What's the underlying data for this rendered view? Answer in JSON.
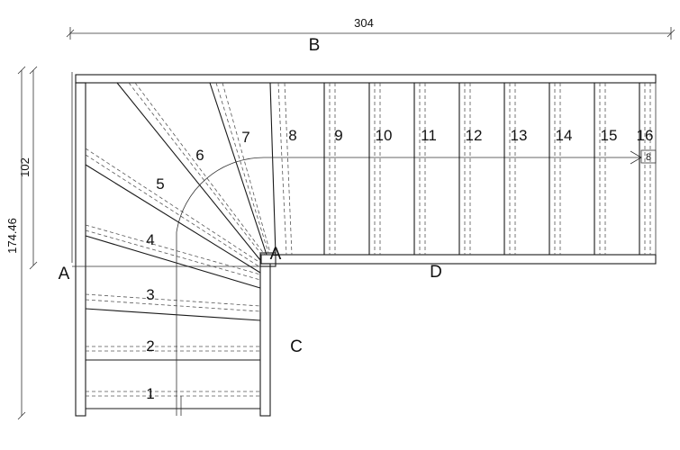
{
  "dimensions": {
    "total_width": "304",
    "upper_height": "102",
    "total_height": "174.46",
    "nosing": "8"
  },
  "labels": {
    "A_left": "A",
    "A_corner": "A",
    "B": "B",
    "C": "C",
    "D": "D"
  },
  "steps": [
    "1",
    "2",
    "3",
    "4",
    "5",
    "6",
    "7",
    "8",
    "9",
    "10",
    "11",
    "12",
    "13",
    "14",
    "15",
    "16"
  ]
}
